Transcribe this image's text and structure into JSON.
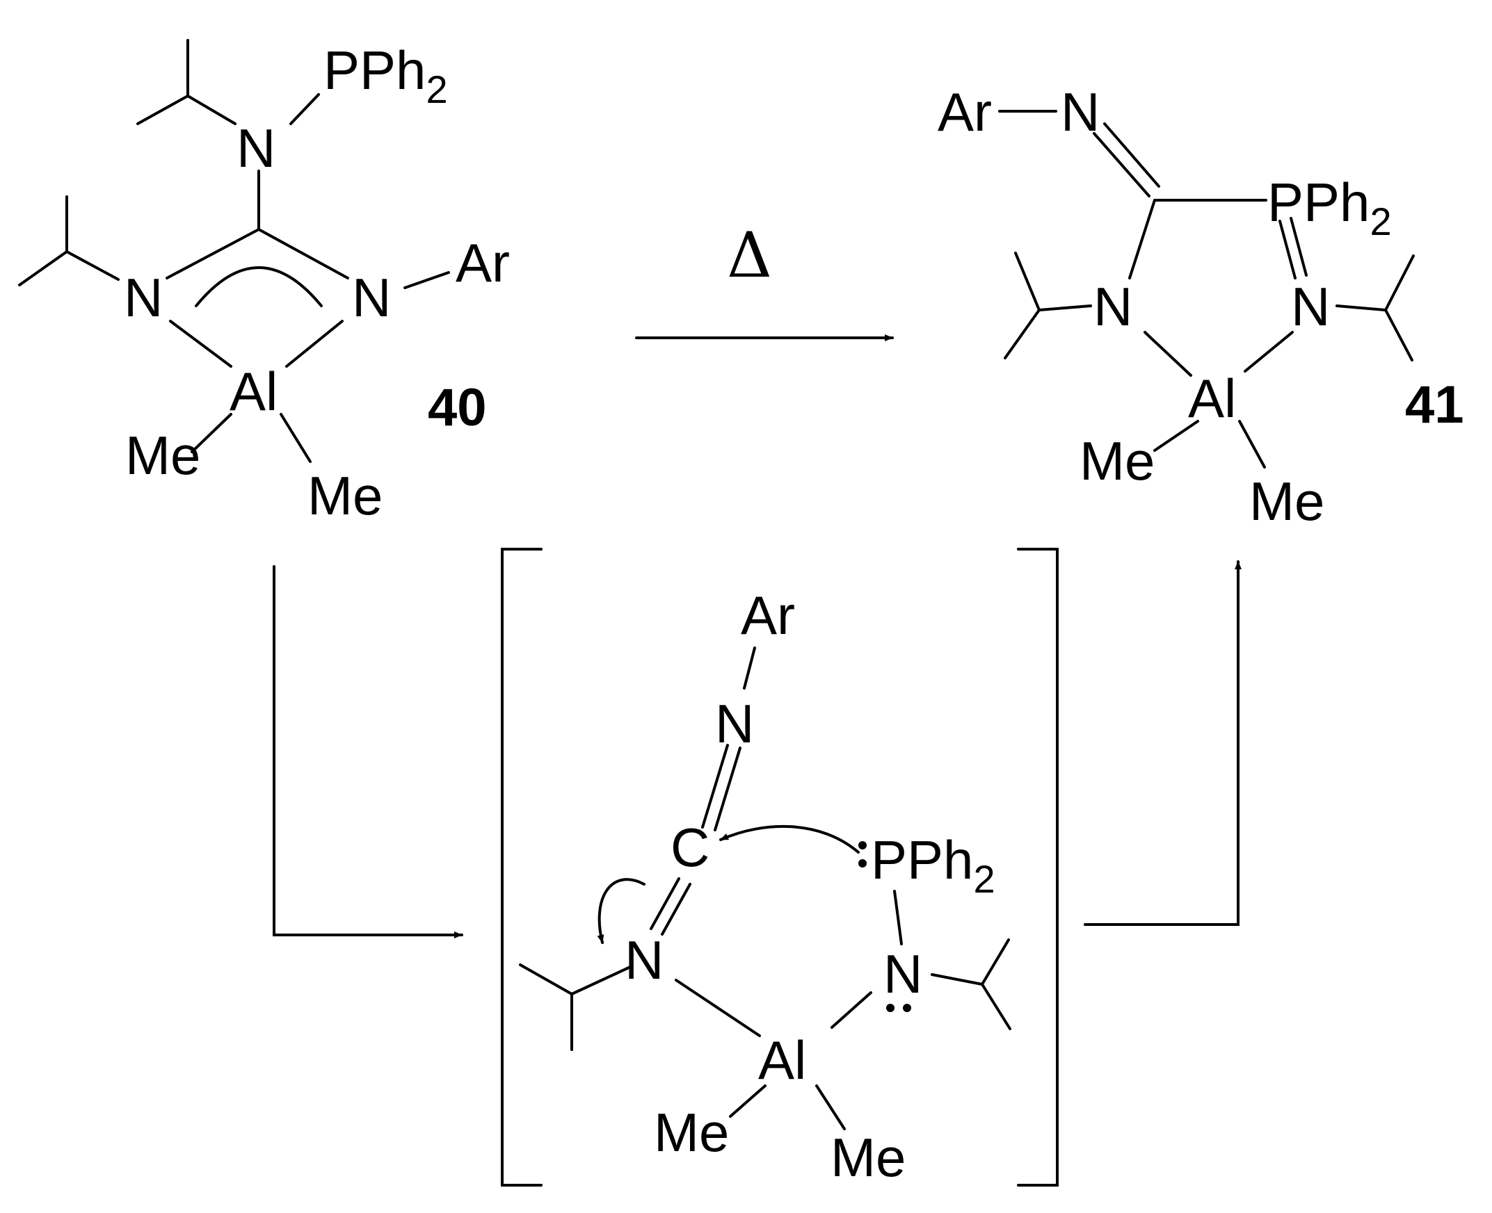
{
  "labels": {
    "N": "N",
    "Al": "Al",
    "Me": "Me",
    "Ar": "Ar",
    "C": "C",
    "PPh": "PPh",
    "sub2": "2",
    "heat": "Δ",
    "compound_40": "40",
    "compound_41": "41"
  },
  "colors": {
    "ink": "#000000",
    "background": "#ffffff"
  }
}
